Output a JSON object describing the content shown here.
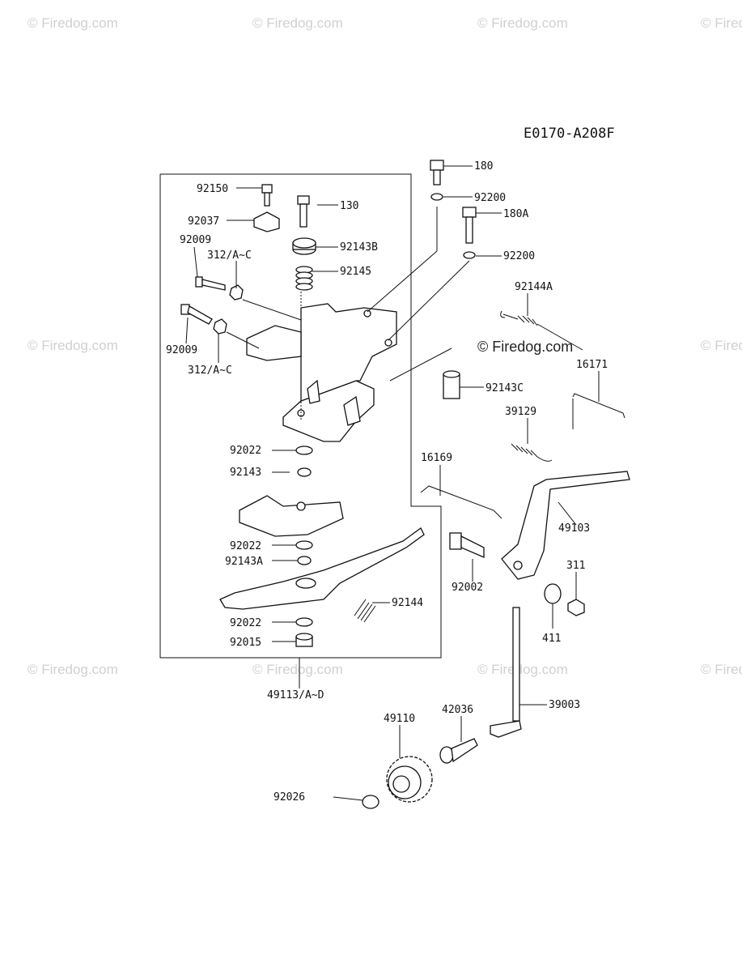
{
  "diagram_code": "E0170-A208F",
  "watermark": "© Firedog.com",
  "watermark_center": "© Firedog.com",
  "parts": {
    "p92150": "92150",
    "p130": "130",
    "p92037": "92037",
    "p92143B": "92143B",
    "p92009a": "92009",
    "p312a": "312/A~C",
    "p92145": "92145",
    "p92009b": "92009",
    "p312b": "312/A~C",
    "p180": "180",
    "p92200a": "92200",
    "p180A": "180A",
    "p92200b": "92200",
    "p92144A": "92144A",
    "p16171": "16171",
    "p92143C": "92143C",
    "p39129": "39129",
    "p92022a": "92022",
    "p92143": "92143",
    "p16169": "16169",
    "p49103": "49103",
    "p92022b": "92022",
    "p92143A": "92143A",
    "p92002": "92002",
    "p311": "311",
    "p92144": "92144",
    "p92022c": "92022",
    "p411": "411",
    "p92015": "92015",
    "p49113": "49113/A~D",
    "p39003": "39003",
    "p42036": "42036",
    "p49110": "49110",
    "p92026": "92026"
  }
}
